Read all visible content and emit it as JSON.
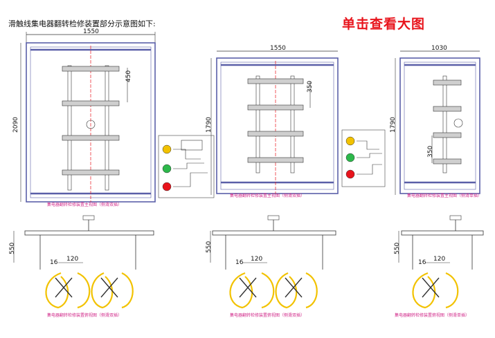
{
  "header": {
    "title": "滑触线集电器翻转检修装置部分示意图如下:",
    "enlarge_link": "单击查看大图"
  },
  "front_views": [
    {
      "width_dim": "1550",
      "height_dim": "2090",
      "pitch_dim": "450",
      "caption": "集电器翻转检修装置主视图（侧滑双插）"
    },
    {
      "width_dim": "1550",
      "height_dim": "1790",
      "pitch_dim": "350",
      "caption": "集电器翻转检修装置主视图（侧滑双插）"
    },
    {
      "width_dim": "1030",
      "height_dim": "1790",
      "pitch_dim": "350",
      "caption": "集电器翻转检修装置主视图（侧滑单插）"
    }
  ],
  "side_views": [
    {
      "height_dim": "550",
      "offset_dim": "16",
      "span_dim": "120",
      "caption": "集电器翻转检修装置俯视图（侧滑双插）"
    },
    {
      "height_dim": "550",
      "offset_dim": "16",
      "span_dim": "120",
      "caption": "集电器翻转检修装置俯视图（侧滑双插）"
    },
    {
      "height_dim": "550",
      "offset_dim": "16",
      "span_dim": "120",
      "caption": "集电器翻转检修装置俯视图（侧滑单插）"
    }
  ],
  "colors": {
    "frame": "#5a5fa8",
    "accent": "#e8141c",
    "arm": "#f2c200",
    "caption": "#d12a8a"
  }
}
